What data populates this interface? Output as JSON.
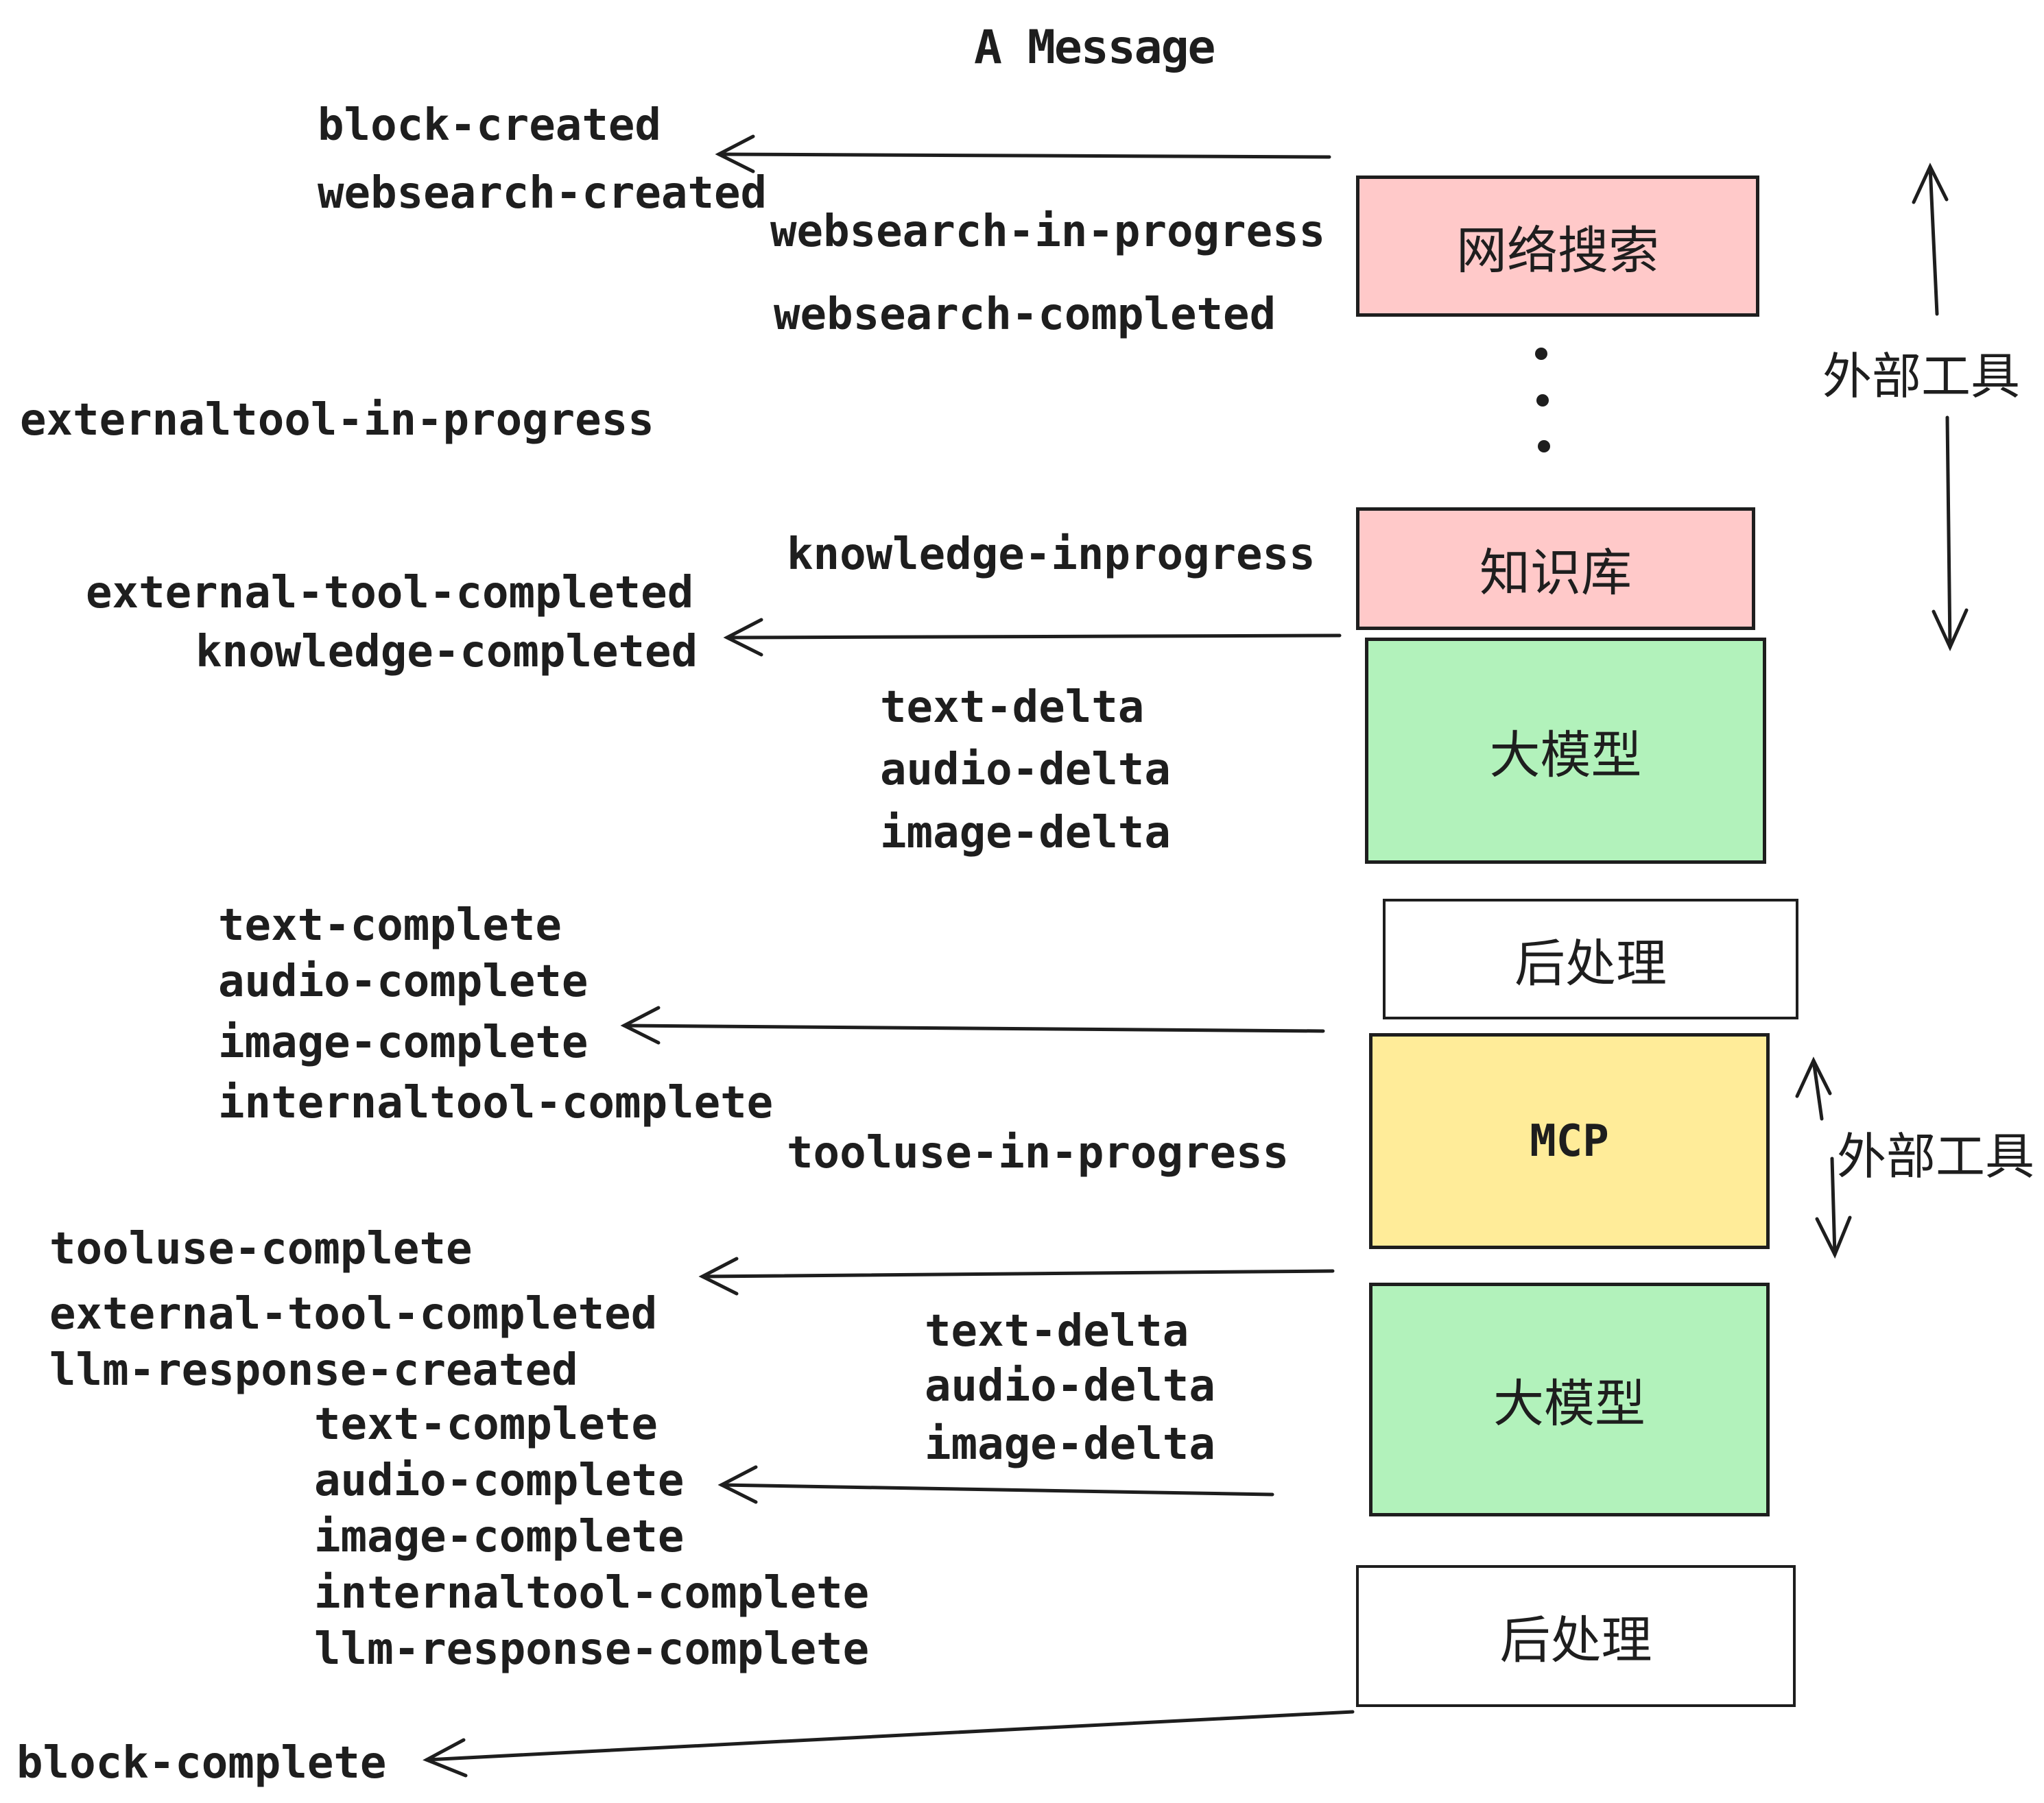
{
  "title": "A Message",
  "colors": {
    "background": "#ffffff",
    "stroke": "#1e1e1e",
    "pink": "#ffc9c9",
    "green": "#b2f2bb",
    "yellow": "#ffec99",
    "white": "#ffffff"
  },
  "boxes": [
    {
      "id": "websearch",
      "label": "网络搜索",
      "fill": "#ffc9c9"
    },
    {
      "id": "knowledge",
      "label": "知识库",
      "fill": "#ffc9c9"
    },
    {
      "id": "llm-1",
      "label": "大模型",
      "fill": "#b2f2bb"
    },
    {
      "id": "postprocess-1",
      "label": "后处理",
      "fill": "#ffffff"
    },
    {
      "id": "mcp",
      "label": "MCP",
      "fill": "#ffec99"
    },
    {
      "id": "llm-2",
      "label": "大模型",
      "fill": "#b2f2bb"
    },
    {
      "id": "postprocess-2",
      "label": "后处理",
      "fill": "#ffffff"
    }
  ],
  "events": {
    "block_created": "block-created",
    "websearch_created": "websearch-created",
    "websearch_in_progress": "websearch-in-progress",
    "websearch_completed": "websearch-completed",
    "externaltool_in_progress": "externaltool-in-progress",
    "knowledge_inprogress": "knowledge-inprogress",
    "external_tool_completed_1": "external-tool-completed",
    "knowledge_completed": "knowledge-completed",
    "text_delta_1": "text-delta",
    "audio_delta_1": "audio-delta",
    "image_delta_1": "image-delta",
    "text_complete_1": "text-complete",
    "audio_complete_1": "audio-complete",
    "image_complete_1": "image-complete",
    "internaltool_complete_1": "internaltool-complete",
    "tooluse_in_progress": "tooluse-in-progress",
    "tooluse_complete": "tooluse-complete",
    "external_tool_completed_2": "external-tool-completed",
    "llm_response_created": "llm-response-created",
    "text_delta_2": "text-delta",
    "audio_delta_2": "audio-delta",
    "image_delta_2": "image-delta",
    "text_complete_2": "text-complete",
    "audio_complete_2": "audio-complete",
    "image_complete_2": "image-complete",
    "internaltool_complete_2": "internaltool-complete",
    "llm_response_complete": "llm-response-complete",
    "block_complete": "block-complete"
  },
  "side_labels": {
    "external_tools_1": "外部工具",
    "external_tools_2": "外部工具"
  }
}
